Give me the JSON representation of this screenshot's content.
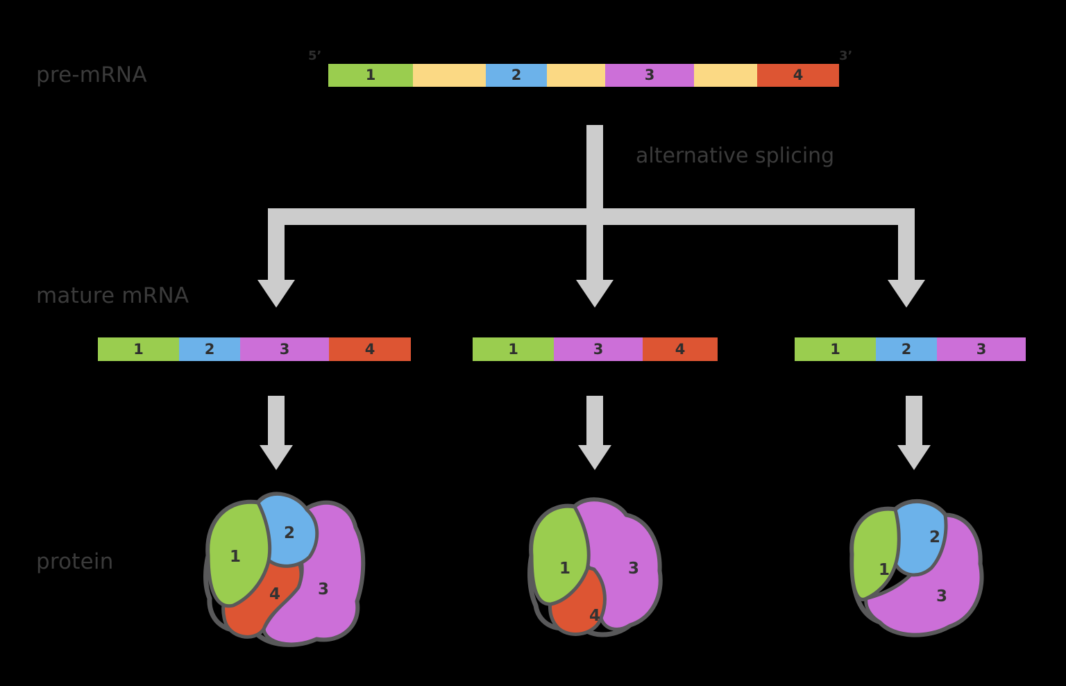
{
  "diagram": {
    "title": "Alternative splicing of pre-mRNA into mature mRNA and protein isoforms",
    "background_color": "#000000",
    "arrow_color": "#cccccc",
    "text_color": "#3b3b3b",
    "outline_color": "#59595a"
  },
  "palette": {
    "exon1_green": "#9acd4f",
    "exon2_blue": "#6cb2ea",
    "exon3_purple": "#cc6fd8",
    "exon4_red": "#dd5533",
    "intron_yellow": "#fbd984",
    "blob_outline": "#59595a"
  },
  "labels": {
    "pre_mrna": "pre-mRNA",
    "mature_mrna": "mature mRNA",
    "protein": "protein",
    "alternative_splicing": "alternative splicing",
    "five_prime": "5’",
    "three_prime": "3’"
  },
  "pre_mrna": {
    "name": "pre-mRNA",
    "segments": [
      {
        "label": "1",
        "type": "exon",
        "color": "#9acd4f",
        "width": 122
      },
      {
        "label": "",
        "type": "intron",
        "color": "#fbd984",
        "width": 105
      },
      {
        "label": "2",
        "type": "exon",
        "color": "#6cb2ea",
        "width": 88
      },
      {
        "label": "",
        "type": "intron",
        "color": "#fbd984",
        "width": 84
      },
      {
        "label": "3",
        "type": "exon",
        "color": "#cc6fd8",
        "width": 128
      },
      {
        "label": "",
        "type": "intron",
        "color": "#fbd984",
        "width": 91
      },
      {
        "label": "4",
        "type": "exon",
        "color": "#dd5533",
        "width": 118
      }
    ]
  },
  "mature_mrnas": [
    {
      "name": "mature-mrna-isoform-1",
      "segments": [
        {
          "label": "1",
          "color": "#9acd4f",
          "width": 117
        },
        {
          "label": "2",
          "color": "#6cb2ea",
          "width": 88
        },
        {
          "label": "3",
          "color": "#cc6fd8",
          "width": 128
        },
        {
          "label": "4",
          "color": "#dd5533",
          "width": 118
        }
      ]
    },
    {
      "name": "mature-mrna-isoform-2",
      "segments": [
        {
          "label": "1",
          "color": "#9acd4f",
          "width": 117
        },
        {
          "label": "3",
          "color": "#cc6fd8",
          "width": 128
        },
        {
          "label": "4",
          "color": "#dd5533",
          "width": 108
        }
      ]
    },
    {
      "name": "mature-mrna-isoform-3",
      "segments": [
        {
          "label": "1",
          "color": "#9acd4f",
          "width": 117
        },
        {
          "label": "2",
          "color": "#6cb2ea",
          "width": 88
        },
        {
          "label": "3",
          "color": "#cc6fd8",
          "width": 128
        }
      ]
    }
  ],
  "proteins": [
    {
      "name": "protein-isoform-1",
      "domains": [
        {
          "label": "1",
          "color": "#9acd4f"
        },
        {
          "label": "2",
          "color": "#6cb2ea"
        },
        {
          "label": "3",
          "color": "#cc6fd8"
        },
        {
          "label": "4",
          "color": "#dd5533"
        }
      ]
    },
    {
      "name": "protein-isoform-2",
      "domains": [
        {
          "label": "1",
          "color": "#9acd4f"
        },
        {
          "label": "3",
          "color": "#cc6fd8"
        },
        {
          "label": "4",
          "color": "#dd5533"
        }
      ]
    },
    {
      "name": "protein-isoform-3",
      "domains": [
        {
          "label": "1",
          "color": "#9acd4f"
        },
        {
          "label": "2",
          "color": "#6cb2ea"
        },
        {
          "label": "3",
          "color": "#cc6fd8"
        }
      ]
    }
  ]
}
